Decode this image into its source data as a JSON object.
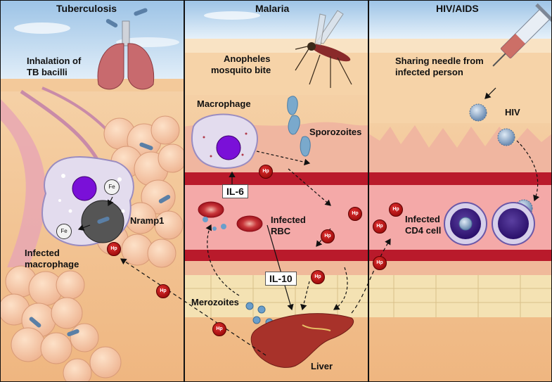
{
  "panels": {
    "tuberculosis": {
      "title": "Tuberculosis",
      "inhalation": [
        "Inhalation of",
        "TB bacilli"
      ],
      "nramp": "Nramp1",
      "infected_macrophage": [
        "Infected",
        "macrophage"
      ],
      "fe": "Fe"
    },
    "malaria": {
      "title": "Malaria",
      "mosquito": [
        "Anopheles",
        "mosquito bite"
      ],
      "macrophage": "Macrophage",
      "sporozoites": "Sporozoites",
      "il6": "IL-6",
      "infected_rbc": [
        "Infected",
        "RBC"
      ],
      "il10": "IL-10",
      "merozoites": "Merozoites",
      "liver": "Liver"
    },
    "hiv": {
      "title": "HIV/AIDS",
      "needle": [
        "Sharing needle from",
        "infected person"
      ],
      "hiv": "HIV",
      "infected_cd4": [
        "Infected",
        "CD4 cell"
      ]
    }
  },
  "hp_label": "Hp",
  "colors": {
    "sky": "#a9cbe8",
    "skin": "#f6d2a6",
    "tissue": "#f2bf8a",
    "vessel": "#b91a2b",
    "plasma": "#f3a3a4",
    "hp": "#c1121f",
    "macrophage": "#d9d2ea",
    "nucleus": "#6a0dad"
  }
}
